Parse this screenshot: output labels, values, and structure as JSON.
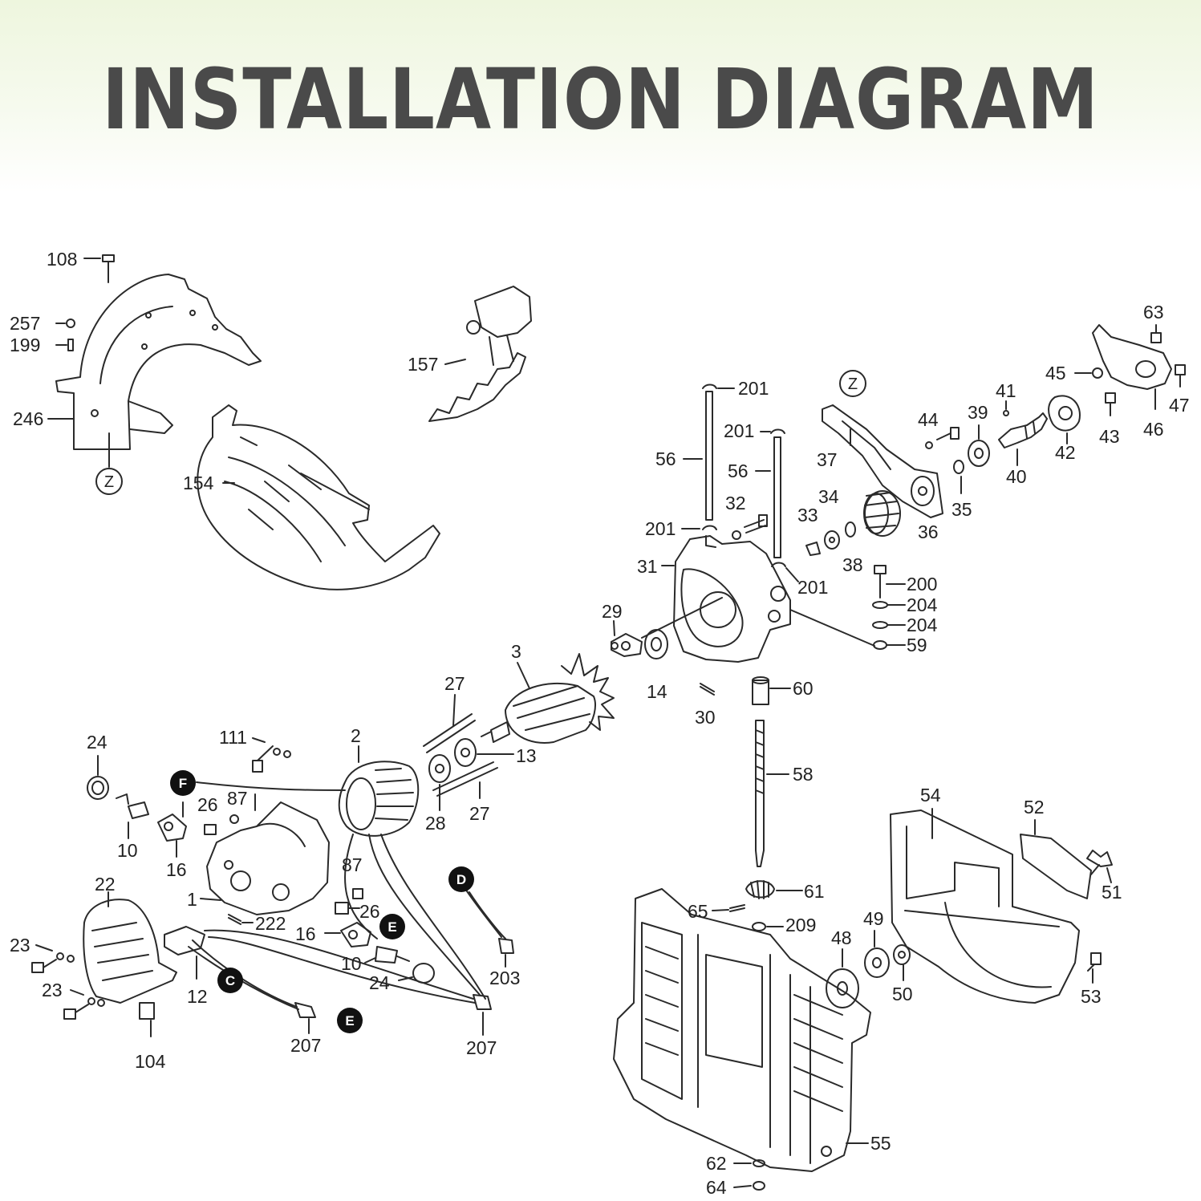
{
  "title": "INSTALLATION DIAGRAM",
  "part_labels": [
    {
      "id": "l108",
      "text": "108"
    },
    {
      "id": "l257",
      "text": "257"
    },
    {
      "id": "l199",
      "text": "199"
    },
    {
      "id": "l246",
      "text": "246"
    },
    {
      "id": "l154",
      "text": "154"
    },
    {
      "id": "l157",
      "text": "157"
    },
    {
      "id": "l201a",
      "text": "201"
    },
    {
      "id": "l201b",
      "text": "201"
    },
    {
      "id": "l201c",
      "text": "201"
    },
    {
      "id": "l201d",
      "text": "201"
    },
    {
      "id": "l56a",
      "text": "56"
    },
    {
      "id": "l56b",
      "text": "56"
    },
    {
      "id": "l32",
      "text": "32"
    },
    {
      "id": "l31",
      "text": "31"
    },
    {
      "id": "l33",
      "text": "33"
    },
    {
      "id": "l34",
      "text": "34"
    },
    {
      "id": "l38",
      "text": "38"
    },
    {
      "id": "l36",
      "text": "36"
    },
    {
      "id": "l37",
      "text": "37"
    },
    {
      "id": "l44",
      "text": "44"
    },
    {
      "id": "l39",
      "text": "39"
    },
    {
      "id": "l35",
      "text": "35"
    },
    {
      "id": "l41",
      "text": "41"
    },
    {
      "id": "l40",
      "text": "40"
    },
    {
      "id": "l42",
      "text": "42"
    },
    {
      "id": "l45",
      "text": "45"
    },
    {
      "id": "l43",
      "text": "43"
    },
    {
      "id": "l46",
      "text": "46"
    },
    {
      "id": "l63",
      "text": "63"
    },
    {
      "id": "l47",
      "text": "47"
    },
    {
      "id": "l200",
      "text": "200"
    },
    {
      "id": "l204a",
      "text": "204"
    },
    {
      "id": "l204b",
      "text": "204"
    },
    {
      "id": "l59",
      "text": "59"
    },
    {
      "id": "l29",
      "text": "29"
    },
    {
      "id": "l14",
      "text": "14"
    },
    {
      "id": "l30",
      "text": "30"
    },
    {
      "id": "l60",
      "text": "60"
    },
    {
      "id": "l3",
      "text": "3"
    },
    {
      "id": "l27a",
      "text": "27"
    },
    {
      "id": "l13",
      "text": "13"
    },
    {
      "id": "l27b",
      "text": "27"
    },
    {
      "id": "l2",
      "text": "2"
    },
    {
      "id": "l28",
      "text": "28"
    },
    {
      "id": "l111",
      "text": "111"
    },
    {
      "id": "l24a",
      "text": "24"
    },
    {
      "id": "l26a",
      "text": "26"
    },
    {
      "id": "l87a",
      "text": "87"
    },
    {
      "id": "l10a",
      "text": "10"
    },
    {
      "id": "l16a",
      "text": "16"
    },
    {
      "id": "l1",
      "text": "1"
    },
    {
      "id": "l87b",
      "text": "87"
    },
    {
      "id": "l26b",
      "text": "26"
    },
    {
      "id": "l222",
      "text": "222"
    },
    {
      "id": "l16b",
      "text": "16"
    },
    {
      "id": "l10b",
      "text": "10"
    },
    {
      "id": "l24b",
      "text": "24"
    },
    {
      "id": "l22",
      "text": "22"
    },
    {
      "id": "l23a",
      "text": "23"
    },
    {
      "id": "l23b",
      "text": "23"
    },
    {
      "id": "l12",
      "text": "12"
    },
    {
      "id": "l104",
      "text": "104"
    },
    {
      "id": "l207a",
      "text": "207"
    },
    {
      "id": "l207b",
      "text": "207"
    },
    {
      "id": "l203",
      "text": "203"
    },
    {
      "id": "l58",
      "text": "58"
    },
    {
      "id": "l54",
      "text": "54"
    },
    {
      "id": "l52",
      "text": "52"
    },
    {
      "id": "l51",
      "text": "51"
    },
    {
      "id": "l61",
      "text": "61"
    },
    {
      "id": "l65",
      "text": "65"
    },
    {
      "id": "l209",
      "text": "209"
    },
    {
      "id": "l49",
      "text": "49"
    },
    {
      "id": "l48",
      "text": "48"
    },
    {
      "id": "l50",
      "text": "50"
    },
    {
      "id": "l53",
      "text": "53"
    },
    {
      "id": "l55",
      "text": "55"
    },
    {
      "id": "l62",
      "text": "62"
    },
    {
      "id": "l64",
      "text": "64"
    }
  ],
  "callouts": [
    {
      "id": "cF",
      "text": "F"
    },
    {
      "id": "cD",
      "text": "D"
    },
    {
      "id": "cE1",
      "text": "E"
    },
    {
      "id": "cC",
      "text": "C"
    },
    {
      "id": "cE2",
      "text": "E"
    }
  ],
  "z_markers": [
    {
      "id": "z1",
      "text": "Z"
    },
    {
      "id": "z2",
      "text": "Z"
    }
  ]
}
